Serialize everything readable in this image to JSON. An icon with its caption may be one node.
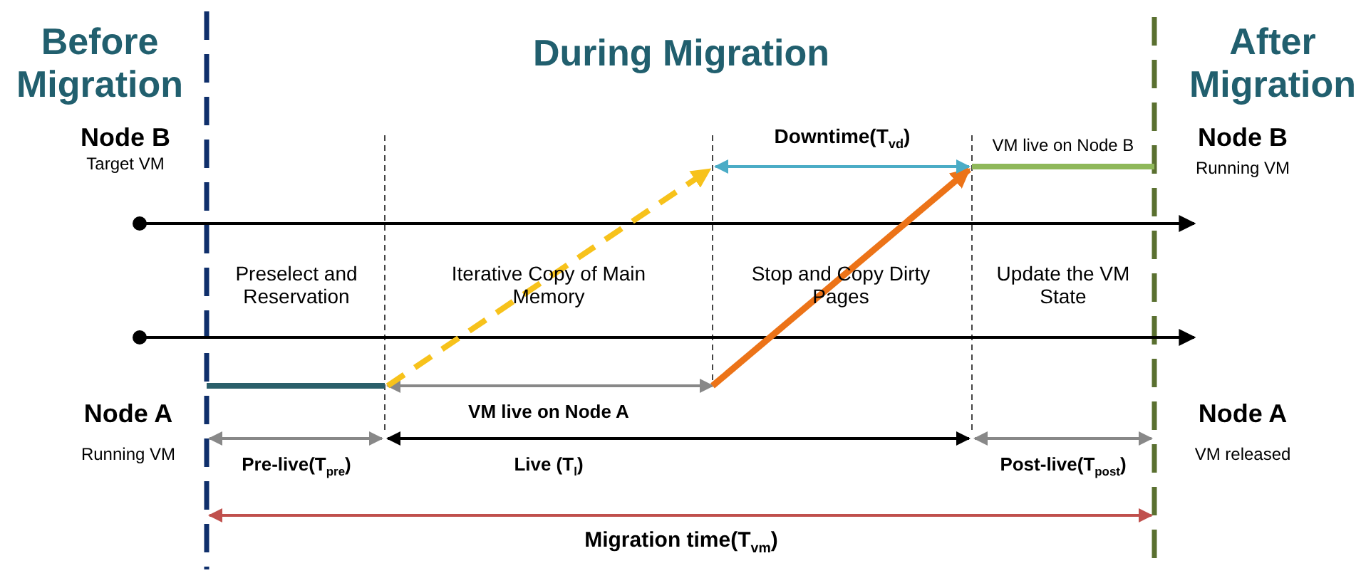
{
  "diagram": {
    "labels": [
      "Before Migration",
      "During Migration",
      "After Migration",
      "Node B",
      "Target VM",
      "Downtime(T$_{vd}$)",
      "VM live on Node B",
      "Node B",
      "Running VM",
      "Preselect and Reservation",
      "Iterative Copy of Main Memory",
      "Stop and Copy Dirty Pages",
      "Update the VM State",
      "VM live on Node A",
      "Node A",
      "Running VM",
      "Pre-live(T$_{pre}$)",
      "Live (T$_{l}$)",
      "Post-live(T$_{post}$)",
      "Node A",
      "VM released",
      "Migration time(T$_{vm}$)"
    ]
  }
}
